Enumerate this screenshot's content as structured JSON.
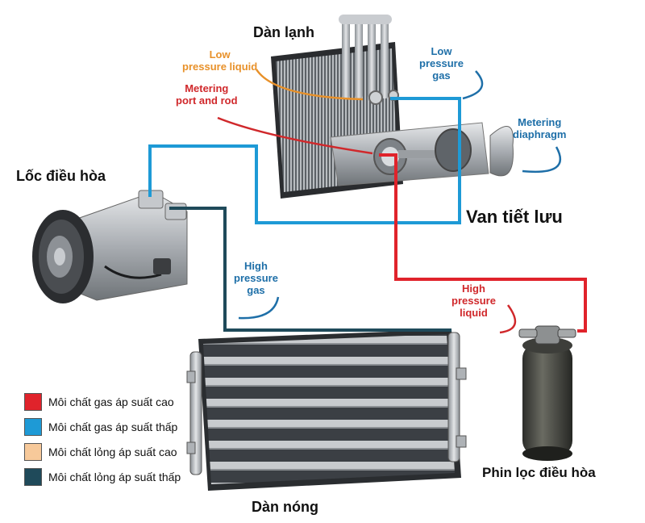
{
  "colors": {
    "high_gas": "#e0232b",
    "low_gas": "#1e9ad6",
    "high_liquid": "#f7c99a",
    "low_liquid": "#1f4a5a",
    "ann_orange": "#e8912a",
    "ann_red": "#d0282b",
    "ann_blue": "#1e6fa8"
  },
  "components": {
    "evaporator": "Dàn lạnh",
    "compressor": "Lốc điều hòa",
    "expansion_valve": "Van tiết lưu",
    "condenser": "Dàn nóng",
    "filter_drier": "Phin lọc điều hòa"
  },
  "annotations": {
    "low_pressure_liquid": "Low\npressure liquid",
    "low_pressure_gas": "Low\npressure\ngas",
    "metering_port": "Metering\nport and rod",
    "metering_diaphragm": "Metering\ndiaphragm",
    "high_pressure_gas": "High\npressure\ngas",
    "high_pressure_liquid": "High\npressure\nliquid"
  },
  "legend": [
    {
      "label": "Môi chất gas áp suất cao",
      "color": "#e0232b"
    },
    {
      "label": "Môi chất gas áp suất thấp",
      "color": "#1e9ad6"
    },
    {
      "label": "Môi chất lỏng áp suất cao",
      "color": "#f7c99a"
    },
    {
      "label": "Môi chất lỏng áp suất thấp",
      "color": "#1f4a5a"
    }
  ]
}
